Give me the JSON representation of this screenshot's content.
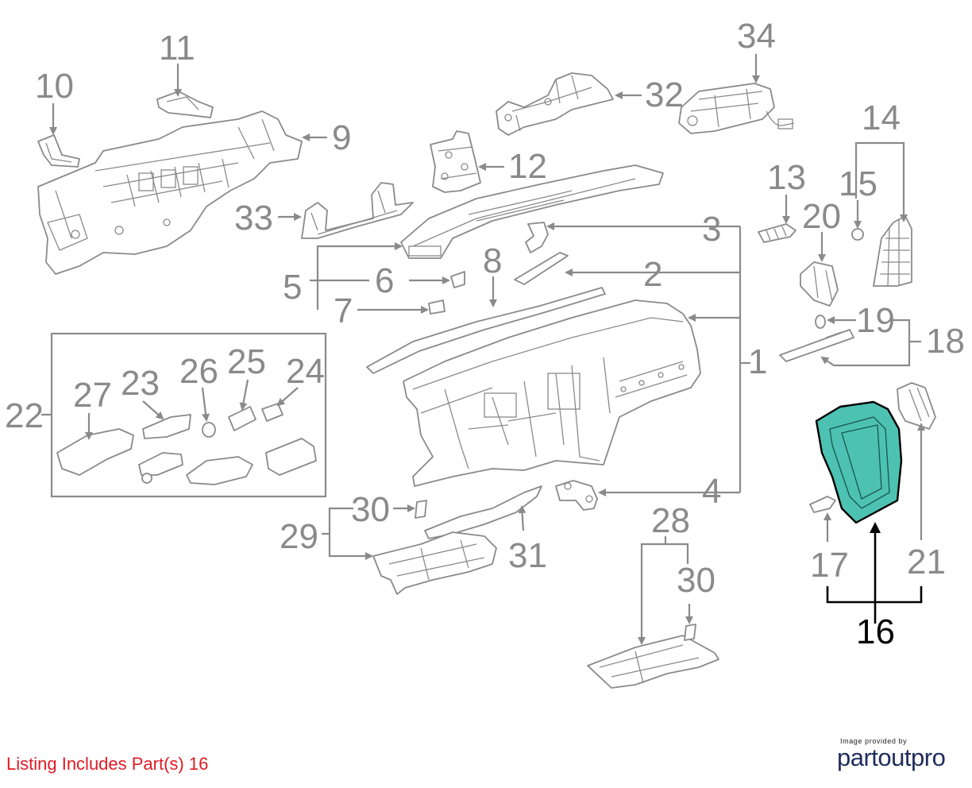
{
  "caption": "Listing Includes Part(s) 16",
  "credit": {
    "small": "Image provided by",
    "brand": "partoutpro"
  },
  "highlight_color": "#4dc2b2",
  "callouts": {
    "c1": "1",
    "c2": "2",
    "c3": "3",
    "c4": "4",
    "c5": "5",
    "c6": "6",
    "c7": "7",
    "c8": "8",
    "c9": "9",
    "c10": "10",
    "c11": "11",
    "c12": "12",
    "c13": "13",
    "c14": "14",
    "c15": "15",
    "c16": "16",
    "c17": "17",
    "c18": "18",
    "c19": "19",
    "c20": "20",
    "c21": "21",
    "c22": "22",
    "c23": "23",
    "c24": "24",
    "c25": "25",
    "c26": "26",
    "c27": "27",
    "c28": "28",
    "c29": "29",
    "c30a": "30",
    "c30b": "30",
    "c31": "31",
    "c32": "32",
    "c33": "33",
    "c34": "34"
  },
  "highlighted_part": "16"
}
